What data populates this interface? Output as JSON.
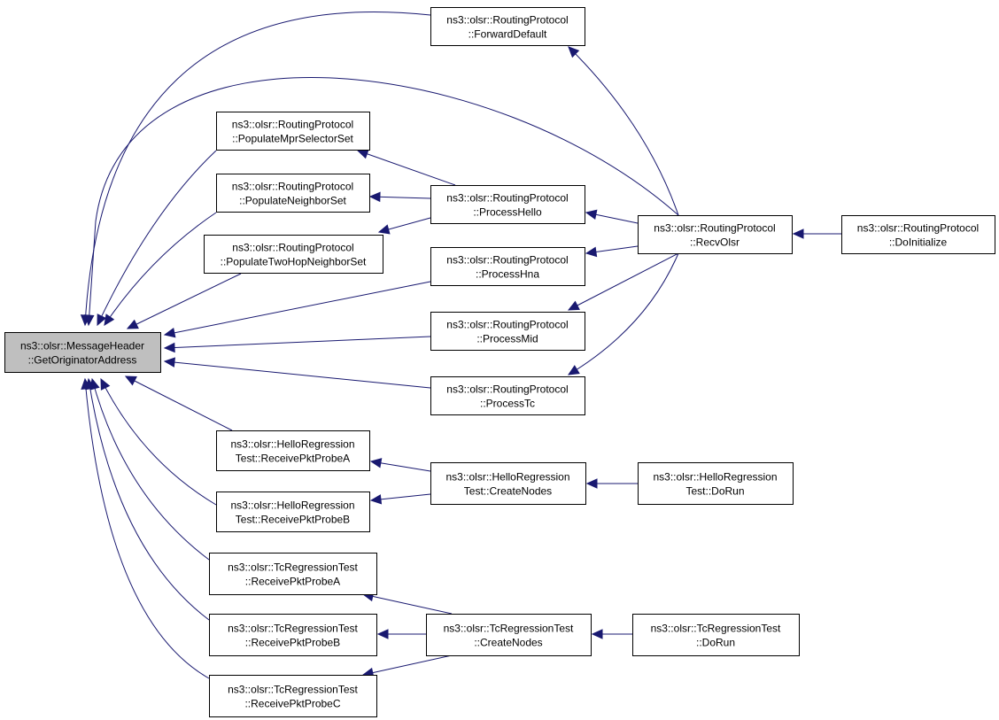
{
  "colors": {
    "edge": "#191970",
    "root_fill": "#bfbfbf",
    "box_fill": "#ffffff"
  },
  "nodes": {
    "get_originator_address": {
      "line1": "ns3::olsr::MessageHeader",
      "line2": "::GetOriginatorAddress"
    },
    "forward_default": {
      "line1": "ns3::olsr::RoutingProtocol",
      "line2": "::ForwardDefault"
    },
    "populate_mpr_selector_set": {
      "line1": "ns3::olsr::RoutingProtocol",
      "line2": "::PopulateMprSelectorSet"
    },
    "populate_neighbor_set": {
      "line1": "ns3::olsr::RoutingProtocol",
      "line2": "::PopulateNeighborSet"
    },
    "populate_two_hop_neighbor_set": {
      "line1": "ns3::olsr::RoutingProtocol",
      "line2": "::PopulateTwoHopNeighborSet"
    },
    "process_hello": {
      "line1": "ns3::olsr::RoutingProtocol",
      "line2": "::ProcessHello"
    },
    "process_hna": {
      "line1": "ns3::olsr::RoutingProtocol",
      "line2": "::ProcessHna"
    },
    "process_mid": {
      "line1": "ns3::olsr::RoutingProtocol",
      "line2": "::ProcessMid"
    },
    "process_tc": {
      "line1": "ns3::olsr::RoutingProtocol",
      "line2": "::ProcessTc"
    },
    "recv_olsr": {
      "line1": "ns3::olsr::RoutingProtocol",
      "line2": "::RecvOlsr"
    },
    "do_initialize": {
      "line1": "ns3::olsr::RoutingProtocol",
      "line2": "::DoInitialize"
    },
    "hello_receive_pkt_probe_a": {
      "line1": "ns3::olsr::HelloRegression",
      "line2": "Test::ReceivePktProbeA"
    },
    "hello_receive_pkt_probe_b": {
      "line1": "ns3::olsr::HelloRegression",
      "line2": "Test::ReceivePktProbeB"
    },
    "hello_create_nodes": {
      "line1": "ns3::olsr::HelloRegression",
      "line2": "Test::CreateNodes"
    },
    "hello_do_run": {
      "line1": "ns3::olsr::HelloRegression",
      "line2": "Test::DoRun"
    },
    "tc_receive_pkt_probe_a": {
      "line1": "ns3::olsr::TcRegressionTest",
      "line2": "::ReceivePktProbeA"
    },
    "tc_receive_pkt_probe_b": {
      "line1": "ns3::olsr::TcRegressionTest",
      "line2": "::ReceivePktProbeB"
    },
    "tc_receive_pkt_probe_c": {
      "line1": "ns3::olsr::TcRegressionTest",
      "line2": "::ReceivePktProbeC"
    },
    "tc_create_nodes": {
      "line1": "ns3::olsr::TcRegressionTest",
      "line2": "::CreateNodes"
    },
    "tc_do_run": {
      "line1": "ns3::olsr::TcRegressionTest",
      "line2": "::DoRun"
    }
  },
  "edges": [
    {
      "from": "forward_default",
      "to": "get_originator_address"
    },
    {
      "from": "recv_olsr",
      "to": "get_originator_address"
    },
    {
      "from": "populate_mpr_selector_set",
      "to": "get_originator_address"
    },
    {
      "from": "populate_neighbor_set",
      "to": "get_originator_address"
    },
    {
      "from": "populate_two_hop_neighbor_set",
      "to": "get_originator_address"
    },
    {
      "from": "process_hna",
      "to": "get_originator_address"
    },
    {
      "from": "process_mid",
      "to": "get_originator_address"
    },
    {
      "from": "process_tc",
      "to": "get_originator_address"
    },
    {
      "from": "hello_receive_pkt_probe_a",
      "to": "get_originator_address"
    },
    {
      "from": "hello_receive_pkt_probe_b",
      "to": "get_originator_address"
    },
    {
      "from": "tc_receive_pkt_probe_a",
      "to": "get_originator_address"
    },
    {
      "from": "tc_receive_pkt_probe_b",
      "to": "get_originator_address"
    },
    {
      "from": "tc_receive_pkt_probe_c",
      "to": "get_originator_address"
    },
    {
      "from": "process_hello",
      "to": "populate_mpr_selector_set"
    },
    {
      "from": "process_hello",
      "to": "populate_neighbor_set"
    },
    {
      "from": "process_hello",
      "to": "populate_two_hop_neighbor_set"
    },
    {
      "from": "recv_olsr",
      "to": "forward_default"
    },
    {
      "from": "recv_olsr",
      "to": "process_hello"
    },
    {
      "from": "recv_olsr",
      "to": "process_hna"
    },
    {
      "from": "recv_olsr",
      "to": "process_mid"
    },
    {
      "from": "recv_olsr",
      "to": "process_tc"
    },
    {
      "from": "do_initialize",
      "to": "recv_olsr"
    },
    {
      "from": "hello_create_nodes",
      "to": "hello_receive_pkt_probe_a"
    },
    {
      "from": "hello_create_nodes",
      "to": "hello_receive_pkt_probe_b"
    },
    {
      "from": "hello_do_run",
      "to": "hello_create_nodes"
    },
    {
      "from": "tc_create_nodes",
      "to": "tc_receive_pkt_probe_a"
    },
    {
      "from": "tc_create_nodes",
      "to": "tc_receive_pkt_probe_b"
    },
    {
      "from": "tc_create_nodes",
      "to": "tc_receive_pkt_probe_c"
    },
    {
      "from": "tc_do_run",
      "to": "tc_create_nodes"
    }
  ]
}
